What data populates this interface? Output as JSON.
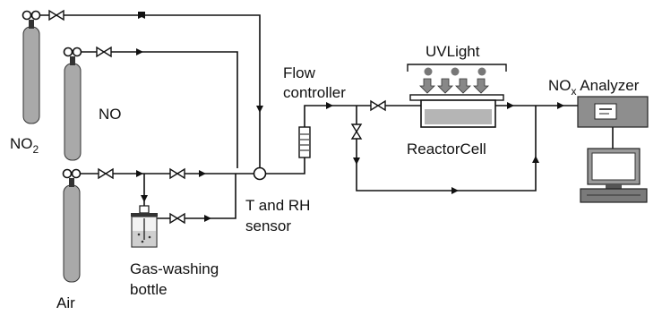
{
  "labels": {
    "no2": "NO",
    "no2_sub": "2",
    "no": "NO",
    "air": "Air",
    "gas_washing_line1": "Gas-washing",
    "gas_washing_line2": "bottle",
    "t_rh_line1": "T and RH",
    "t_rh_line2": "sensor",
    "flow_line1": "Flow",
    "flow_line2": "controller",
    "uv_light": "UVLight",
    "reactor_cell": "ReactorCell",
    "nox_main": "NO",
    "nox_sub": "x",
    "nox_rest": " Analyzer"
  }
}
